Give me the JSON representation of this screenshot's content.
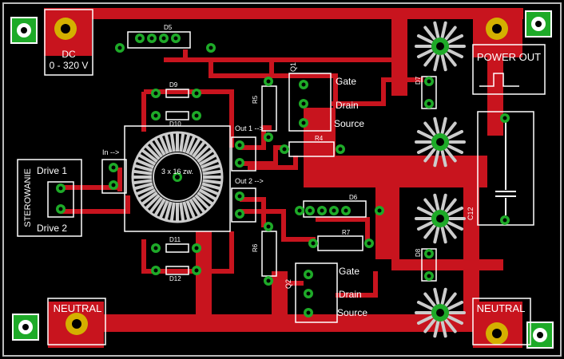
{
  "labels": {
    "dc": "DC",
    "dc_range": "0 - 320 V",
    "power_out": "POWER OUT",
    "neutral_left": "NEUTRAL",
    "neutral_right": "NEUTRAL",
    "sterowanie": "STEROWANIE",
    "drive1": "Drive 1",
    "drive2": "Drive 2",
    "in_arrow": "In -->",
    "out1": "Out 1 -->",
    "out2": "Out 2 -->",
    "toroid": "3 x 16 zw.",
    "gate_q1": "Gate",
    "drain_q1": "Drain",
    "source_q1": "Source",
    "gate_q2": "Gate",
    "drain_q2": "Drain",
    "source_q2": "Source"
  },
  "refdes": {
    "d5": "D5",
    "d6": "D6",
    "d7": "D7",
    "d8": "D8",
    "d9": "D9",
    "d10": "D10",
    "d11": "D11",
    "d12": "D12",
    "q1": "Q1",
    "q2": "Q2",
    "r4": "R4",
    "r5": "R5",
    "r6": "R6",
    "r7": "R7",
    "c12": "C12"
  },
  "colors": {
    "board": "#000000",
    "copper": "#c8141e",
    "pad": "#1eaa28",
    "silk": "#ffffff",
    "hole": "#000000",
    "pad_gold": "#d4b000"
  }
}
